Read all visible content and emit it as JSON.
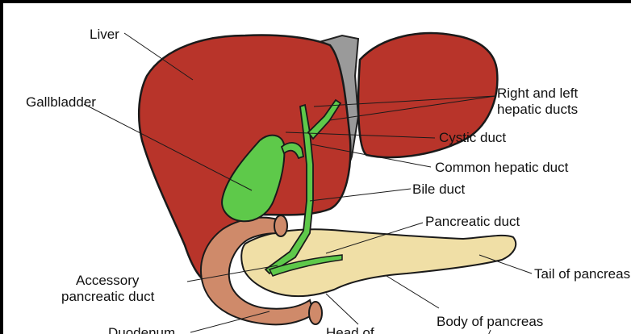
{
  "diagram": {
    "labels": {
      "liver": "Liver",
      "gallbladder": "Gallbladder",
      "right_left_hepatic_1": "Right and left",
      "right_left_hepatic_2": "hepatic ducts",
      "cystic_duct": "Cystic duct",
      "common_hepatic_duct": "Common hepatic duct",
      "bile_duct": "Bile duct",
      "pancreatic_duct": "Pancreatic duct",
      "tail_of_pancreas": "Tail of pancreas",
      "accessory_1": "Accessory",
      "accessory_2": "pancreatic duct",
      "body_of_pancreas": "Body of pancreas",
      "duodenum": "Duodenum",
      "head_of": "Head of"
    },
    "colors": {
      "liver": "#b8342a",
      "gallbladder": "#5ec94a",
      "pancreas": "#f0dfa6",
      "duodenum": "#cf8a6a",
      "ligament": "#9a9a9a"
    }
  }
}
